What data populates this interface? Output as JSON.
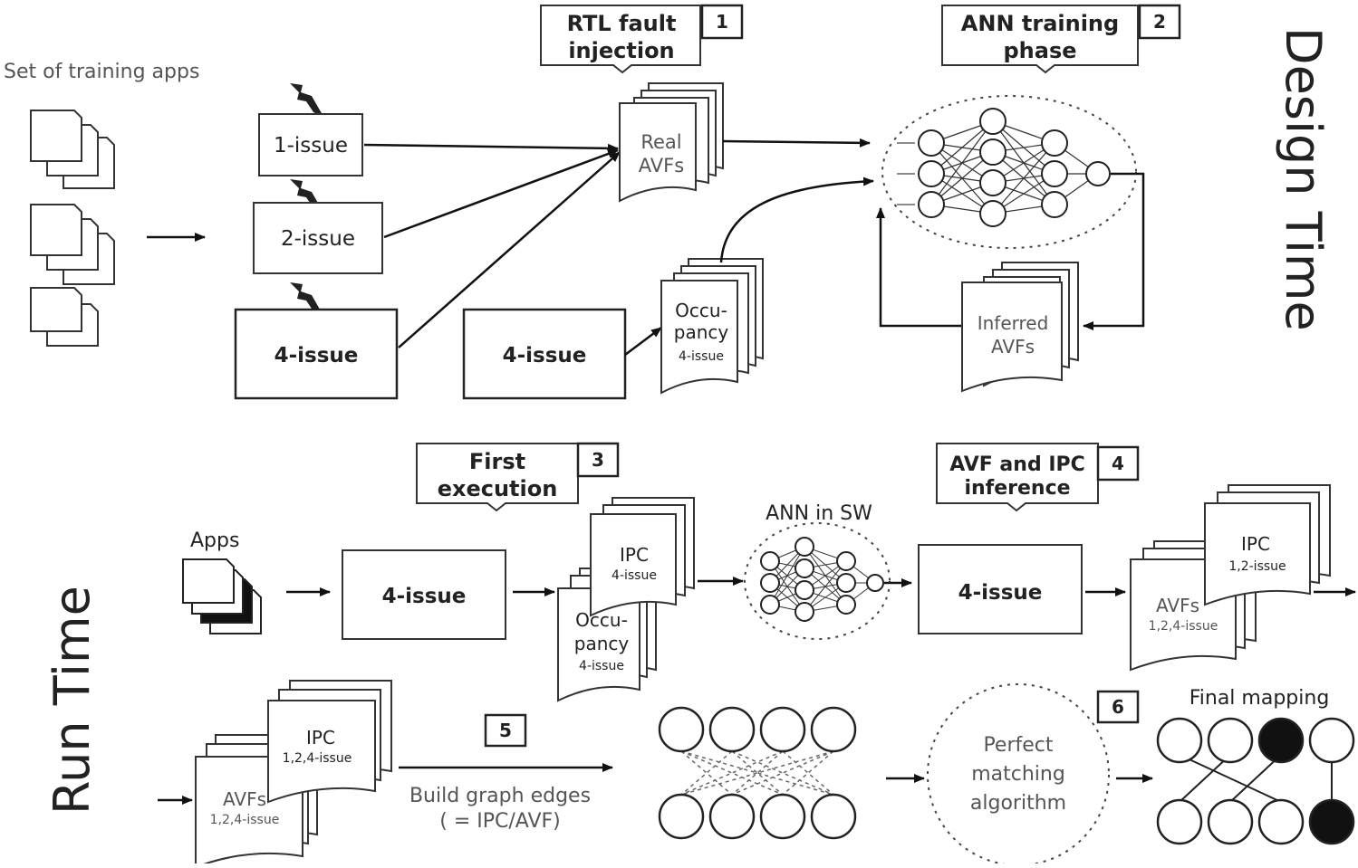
{
  "design": {
    "side_label": "Design Time",
    "training_apps_label": "Set of training apps",
    "cores": [
      "1-issue",
      "2-issue",
      "4-issue"
    ],
    "core_4issue_second": "4-issue",
    "step1": {
      "num": "1",
      "line1": "RTL fault",
      "line2": "injection"
    },
    "step2": {
      "num": "2",
      "line1": "ANN training",
      "line2": "phase"
    },
    "real_avfs": {
      "line1": "Real",
      "line2": "AVFs"
    },
    "occupancy": {
      "line1": "Occu-",
      "line2": "pancy",
      "line3": "4-issue"
    },
    "inferred_avfs": {
      "line1": "Inferred",
      "line2": "AVFs"
    }
  },
  "run": {
    "side_label": "Run Time",
    "apps_label": "Apps",
    "core_first": "4-issue",
    "core_second": "4-issue",
    "step3": {
      "num": "3",
      "line1": "First",
      "line2": "execution"
    },
    "step4": {
      "num": "4",
      "line1": "AVF and IPC",
      "line2": "inference"
    },
    "ipc_doc": {
      "line1": "IPC",
      "line2": "4-issue"
    },
    "occ_doc": {
      "line1": "Occu-",
      "line2": "pancy",
      "line3": "4-issue"
    },
    "ann_sw_label": "ANN in SW",
    "ipc_doc2": {
      "line1": "IPC",
      "line2": "1,2-issue"
    },
    "avfs_doc2": {
      "line1": "AVFs",
      "line2": "1,2,4-issue"
    },
    "ipc_doc3": {
      "line1": "IPC",
      "line2": "1,2,4-issue"
    },
    "avfs_doc3": {
      "line1": "AVFs",
      "line2": "1,2,4-issue"
    },
    "step5": {
      "num": "5",
      "line1": "Build graph edges",
      "line2": "( = IPC/AVF)"
    },
    "step6": {
      "num": "6"
    },
    "matching": {
      "line1": "Perfect",
      "line2": "matching",
      "line3": "algorithm"
    },
    "final_mapping_label": "Final mapping"
  }
}
